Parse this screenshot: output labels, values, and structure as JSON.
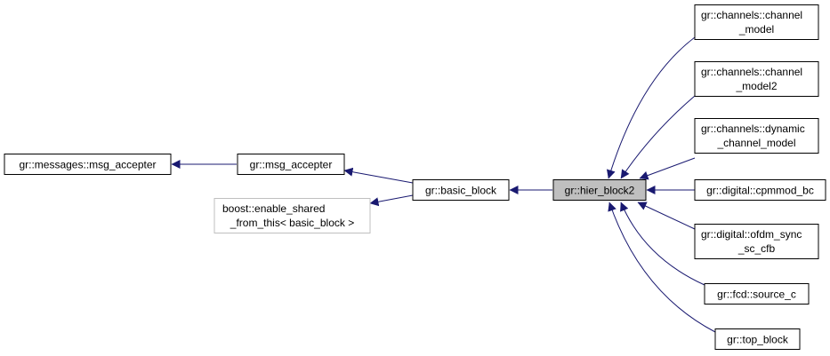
{
  "colors": {
    "edge": "#191970",
    "node_border": "#000000",
    "node_fill": "#ffffff",
    "highlight_fill": "#bfbfbf",
    "external_border": "#bfbfbf"
  },
  "nodes": [
    {
      "id": "msg_accepter_msgs",
      "lines": [
        "gr::messages::msg_accepter"
      ],
      "style": "normal"
    },
    {
      "id": "msg_accepter",
      "lines": [
        "gr::msg_accepter"
      ],
      "style": "normal"
    },
    {
      "id": "enable_shared",
      "lines": [
        "boost::enable_shared",
        "_from_this< basic_block >"
      ],
      "style": "external"
    },
    {
      "id": "basic_block",
      "lines": [
        "gr::basic_block"
      ],
      "style": "normal"
    },
    {
      "id": "hier_block2",
      "lines": [
        "gr::hier_block2"
      ],
      "style": "highlight"
    },
    {
      "id": "channel_model",
      "lines": [
        "gr::channels::channel",
        "_model"
      ],
      "style": "normal"
    },
    {
      "id": "channel_model2",
      "lines": [
        "gr::channels::channel",
        "_model2"
      ],
      "style": "normal"
    },
    {
      "id": "dynamic_channel_model",
      "lines": [
        "gr::channels::dynamic",
        "_channel_model"
      ],
      "style": "normal"
    },
    {
      "id": "cpmmod_bc",
      "lines": [
        "gr::digital::cpmmod_bc"
      ],
      "style": "normal"
    },
    {
      "id": "ofdm_sync",
      "lines": [
        "gr::digital::ofdm_sync",
        "_sc_cfb"
      ],
      "style": "normal"
    },
    {
      "id": "source_c",
      "lines": [
        "gr::fcd::source_c"
      ],
      "style": "normal"
    },
    {
      "id": "top_block",
      "lines": [
        "gr::top_block"
      ],
      "style": "normal"
    }
  ]
}
